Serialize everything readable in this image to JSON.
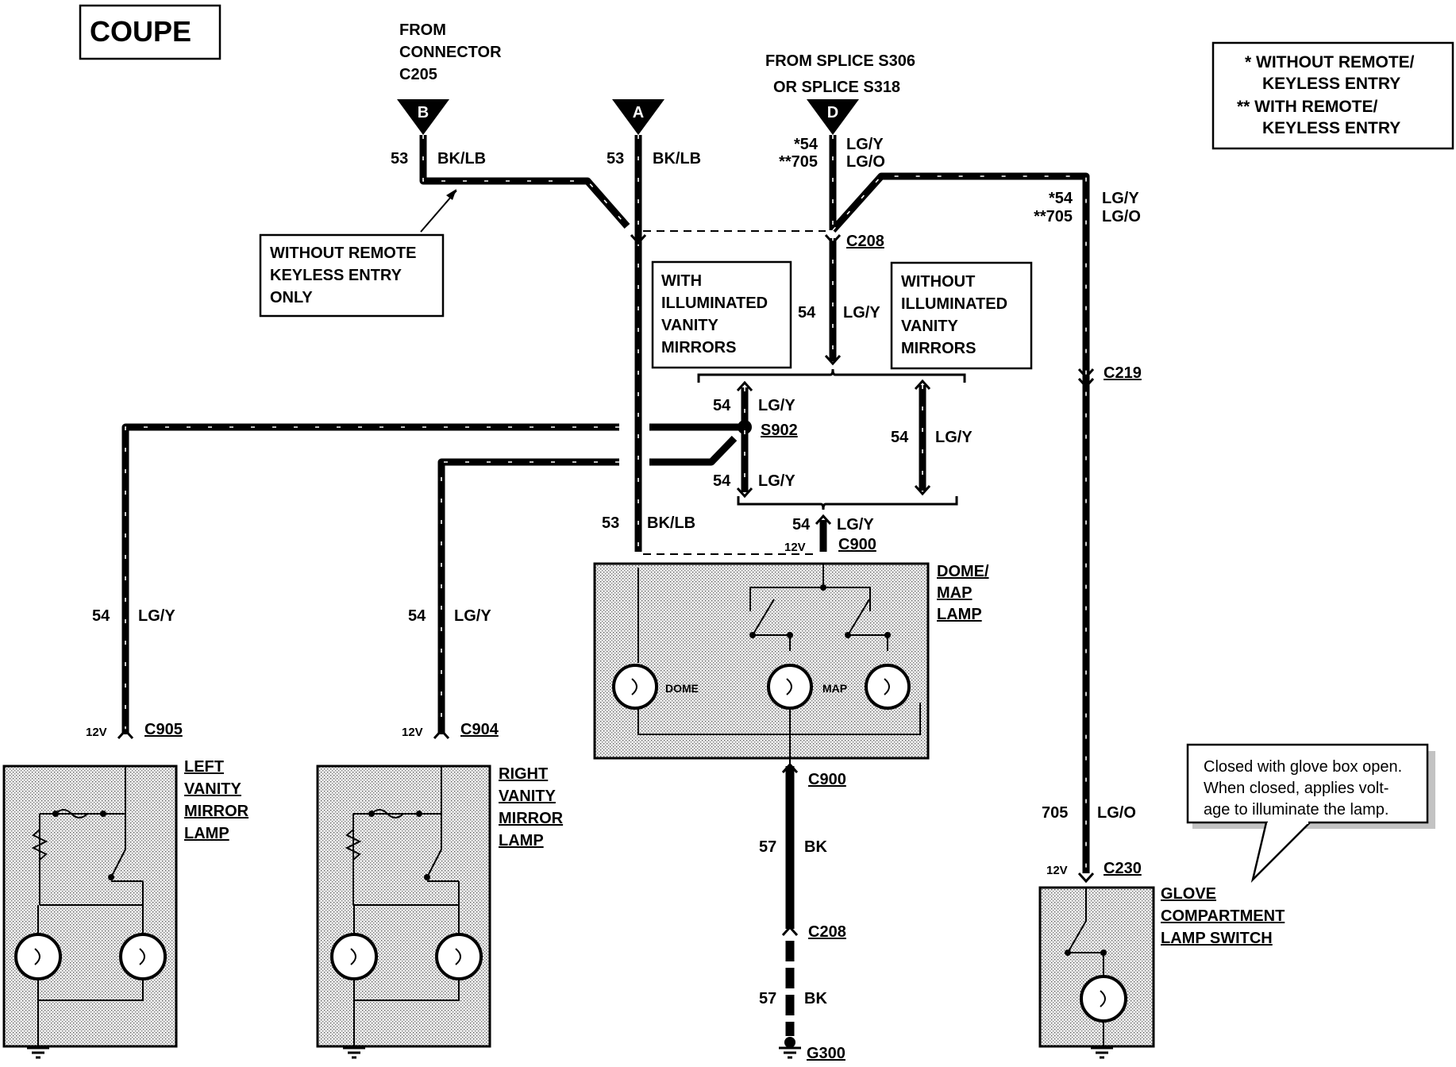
{
  "title": "COUPE",
  "legend": {
    "line1": "*  WITHOUT REMOTE/",
    "line2": "KEYLESS ENTRY",
    "line3": "**  WITH REMOTE/",
    "line4": "KEYLESS ENTRY"
  },
  "from_connector": {
    "line1": "FROM",
    "line2": "CONNECTOR",
    "line3": "C205"
  },
  "from_splice": {
    "line1": "FROM SPLICE S306",
    "line2": "OR SPLICE S318"
  },
  "connectors": {
    "B": "B",
    "A": "A",
    "D": "D",
    "C208": "C208",
    "C219": "C219",
    "S902": "S902",
    "C900": "C900",
    "C905": "C905",
    "C904": "C904",
    "C230": "C230",
    "G300": "G300"
  },
  "circuits": {
    "c53": "53",
    "bk_lb": "BK/LB",
    "c54": "54",
    "lg_y": "LG/Y",
    "c54s": "*54",
    "c705s": "**705",
    "lg_o": "LG/O",
    "c705": "705",
    "c57": "57",
    "bk": "BK",
    "v12": "12V"
  },
  "notes": {
    "rke_only": {
      "line1": "WITHOUT REMOTE",
      "line2": "KEYLESS ENTRY",
      "line3": "ONLY"
    },
    "with_mirrors": {
      "line1": "WITH",
      "line2": "ILLUMINATED",
      "line3": "VANITY",
      "line4": "MIRRORS"
    },
    "without_mirrors": {
      "line1": "WITHOUT",
      "line2": "ILLUMINATED",
      "line3": "VANITY",
      "line4": "MIRRORS"
    },
    "glove_note": {
      "line1": "Closed with glove box open.",
      "line2": "When closed, applies volt-",
      "line3": "age to illuminate the lamp."
    }
  },
  "components": {
    "dome_map": {
      "line1": "DOME/",
      "line2": "MAP",
      "line3": "LAMP",
      "dome": "DOME",
      "map": "MAP"
    },
    "left_mirror": {
      "line1": "LEFT",
      "line2": "VANITY",
      "line3": "MIRROR",
      "line4": "LAMP"
    },
    "right_mirror": {
      "line1": "RIGHT",
      "line2": "VANITY",
      "line3": "MIRROR",
      "line4": "LAMP"
    },
    "glove": {
      "line1": "GLOVE",
      "line2": "COMPARTMENT",
      "line3": "LAMP SWITCH"
    }
  }
}
